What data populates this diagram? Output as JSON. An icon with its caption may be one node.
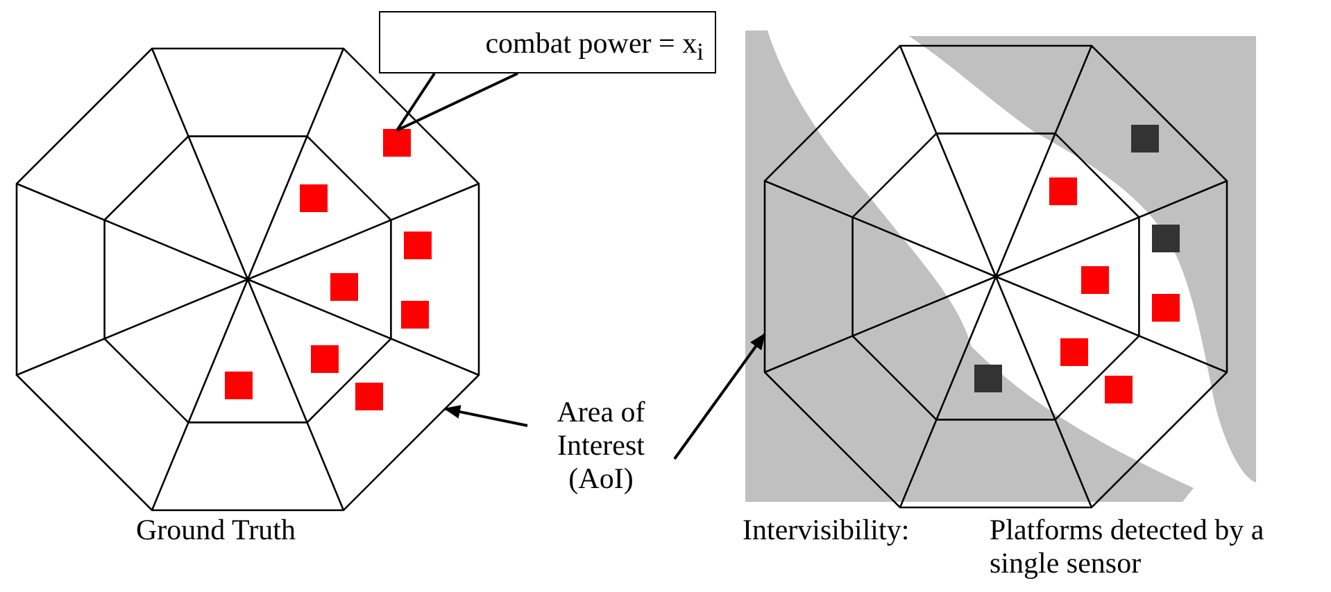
{
  "diagram": {
    "nodes": [
      {
        "text": [
          "combat power = x$_{i}$"
        ]
      },
      {
        "text": [
          "Area of Interest (AoI)"
        ]
      },
      {
        "text": [],
        "shape": "octagon",
        "beside": [
          "Ground Truth"
        ]
      },
      {
        "text": [],
        "shape": "box",
        "in": 2
      },
      {
        "text": [],
        "shape": "box",
        "in": 2
      },
      {
        "text": [],
        "shape": "box",
        "in": 2
      },
      {
        "text": [],
        "shape": "box",
        "in": 2
      },
      {
        "text": [],
        "shape": "box",
        "in": 2
      },
      {
        "text": [],
        "shape": "box",
        "in": 2
      },
      {
        "text": [],
        "shape": "box",
        "in": 2
      },
      {
        "text": [],
        "shape": "box",
        "in": 2
      },
      {
        "text": [],
        "shape": "octagon",
        "beside": [
          "Intervisibility:",
          "Platforms detected by a single sensor"
        ]
      },
      {
        "text": [],
        "shape": "box",
        "in": 11
      },
      {
        "text": [],
        "shape": "box",
        "in": 11
      },
      {
        "text": [],
        "shape": "box",
        "in": 11
      },
      {
        "text": [],
        "shape": "box",
        "in": 11
      },
      {
        "text": [],
        "shape": "box",
        "in": 11
      },
      {
        "text": [],
        "shape": "box",
        "in": 11
      },
      {
        "text": [],
        "shape": "box",
        "in": 11
      },
      {
        "text": [],
        "shape": "box",
        "in": 11
      }
    ],
    "edges": [
      {
        "from": 0,
        "to": 3,
        "arrow": "none"
      },
      {
        "from": 1,
        "to": 2,
        "arrow": "to"
      },
      {
        "from": 1,
        "to": 11,
        "arrow": "to"
      }
    ]
  }
}
